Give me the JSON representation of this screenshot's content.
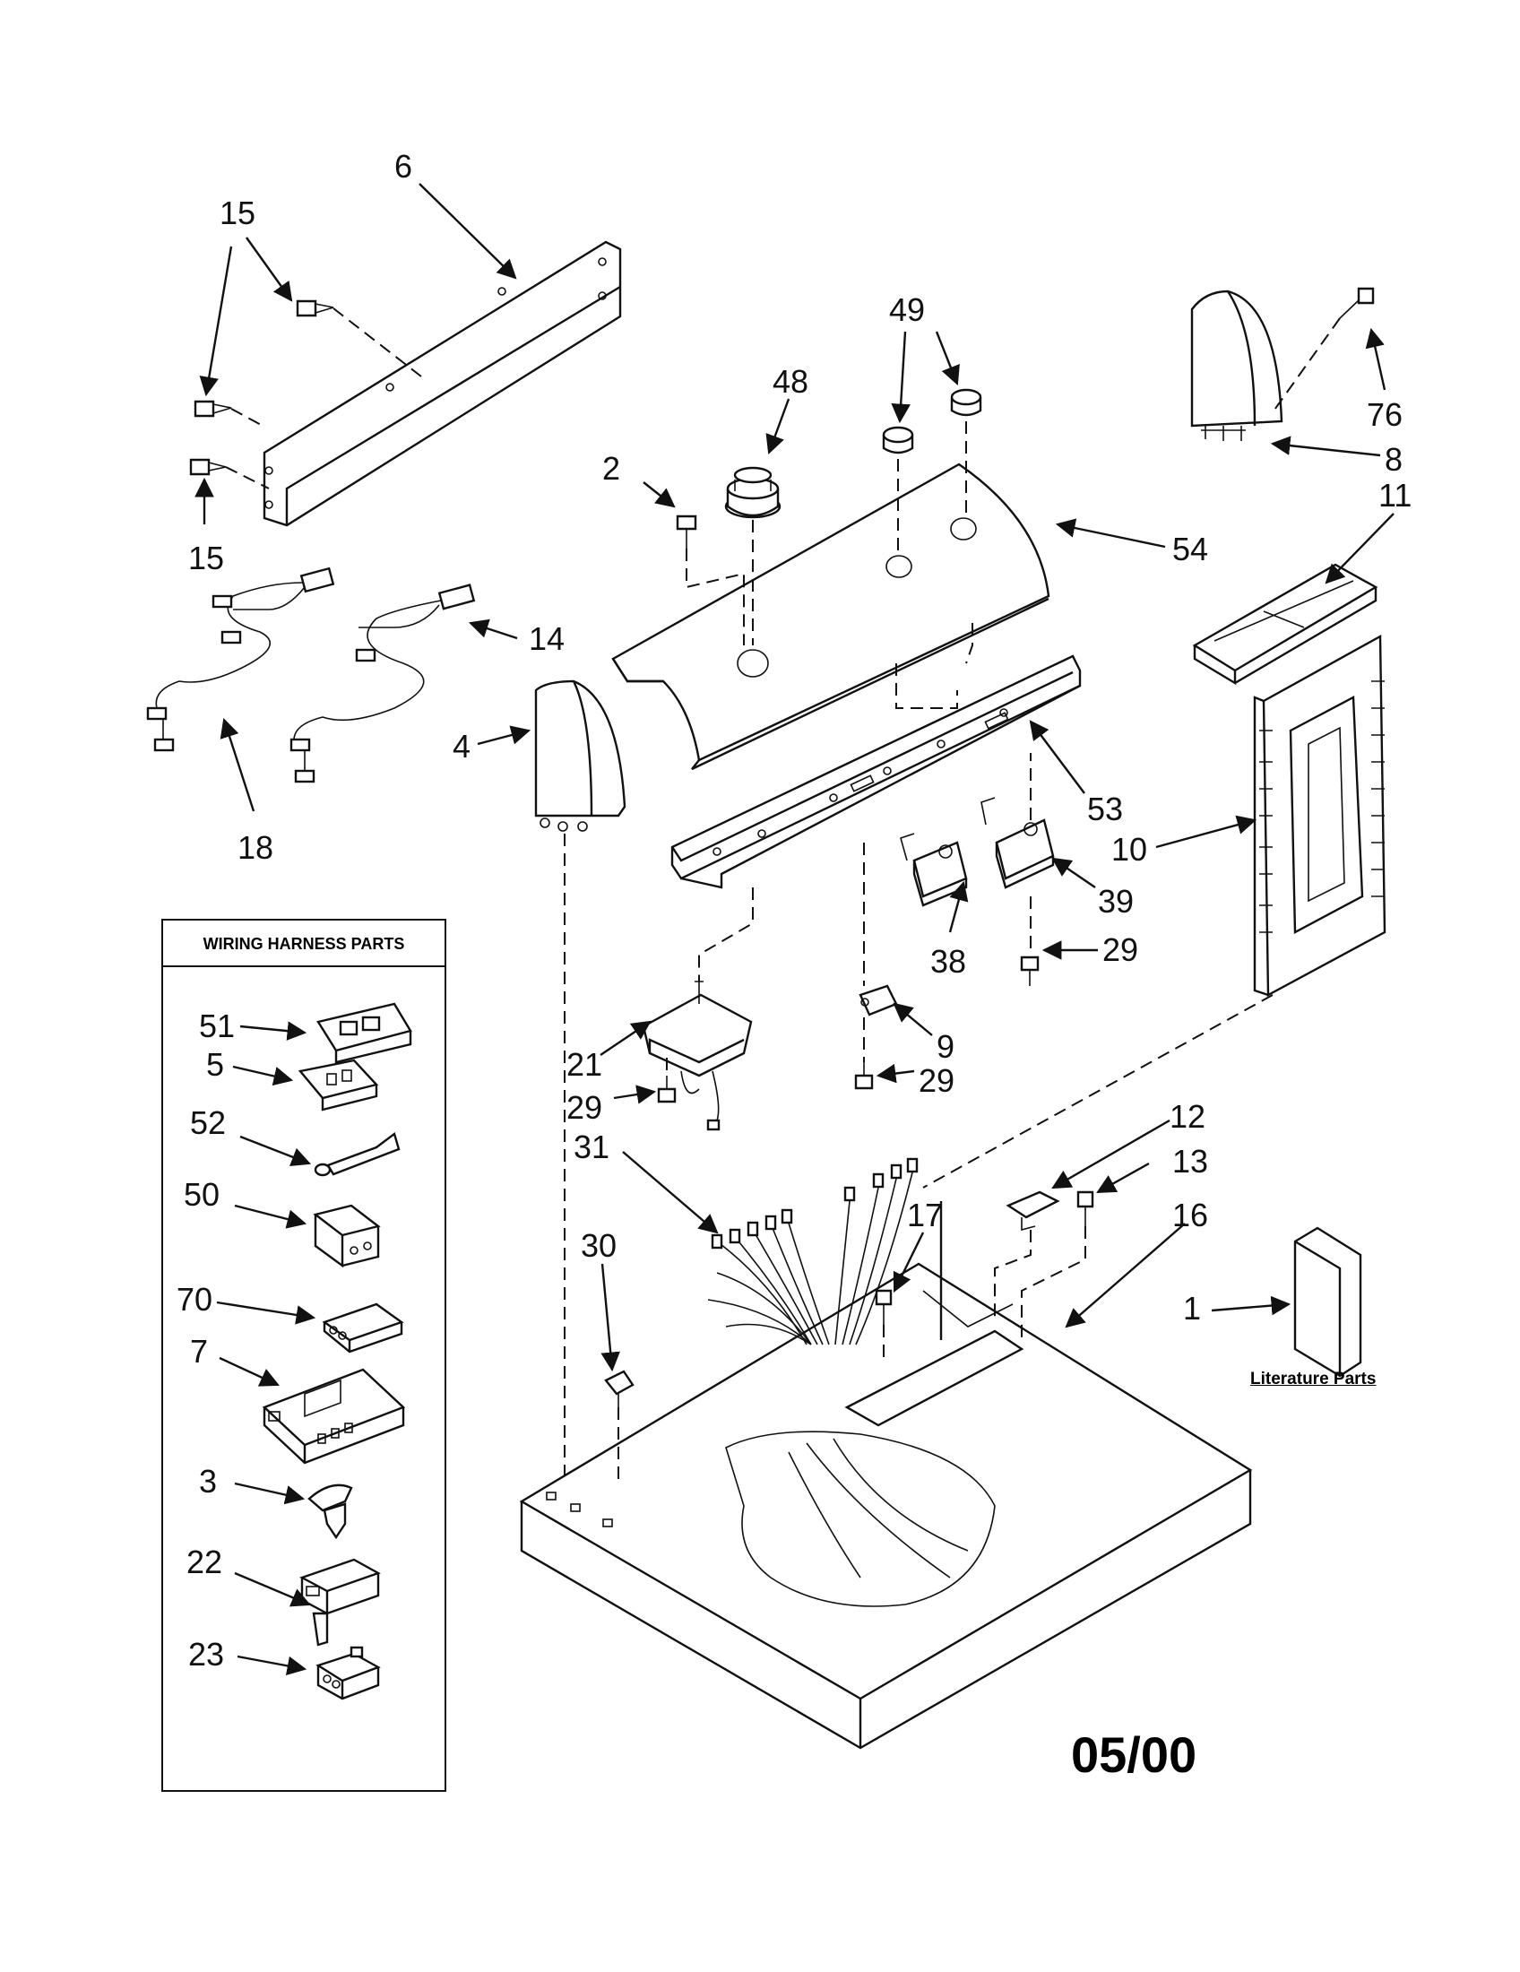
{
  "callouts": [
    "6",
    "15",
    "15",
    "15",
    "48",
    "49",
    "2",
    "54",
    "76",
    "8",
    "11",
    "14",
    "18",
    "4",
    "53",
    "10",
    "39",
    "38",
    "29",
    "9",
    "21",
    "29",
    "29",
    "31",
    "17",
    "30",
    "12",
    "13",
    "16",
    "1"
  ],
  "legend": {
    "title": "WIRING HARNESS PARTS",
    "items": [
      "51",
      "5",
      "52",
      "50",
      "70",
      "7",
      "3",
      "22",
      "23"
    ]
  },
  "literature_label": "Literature Parts",
  "date_code": "05/00"
}
